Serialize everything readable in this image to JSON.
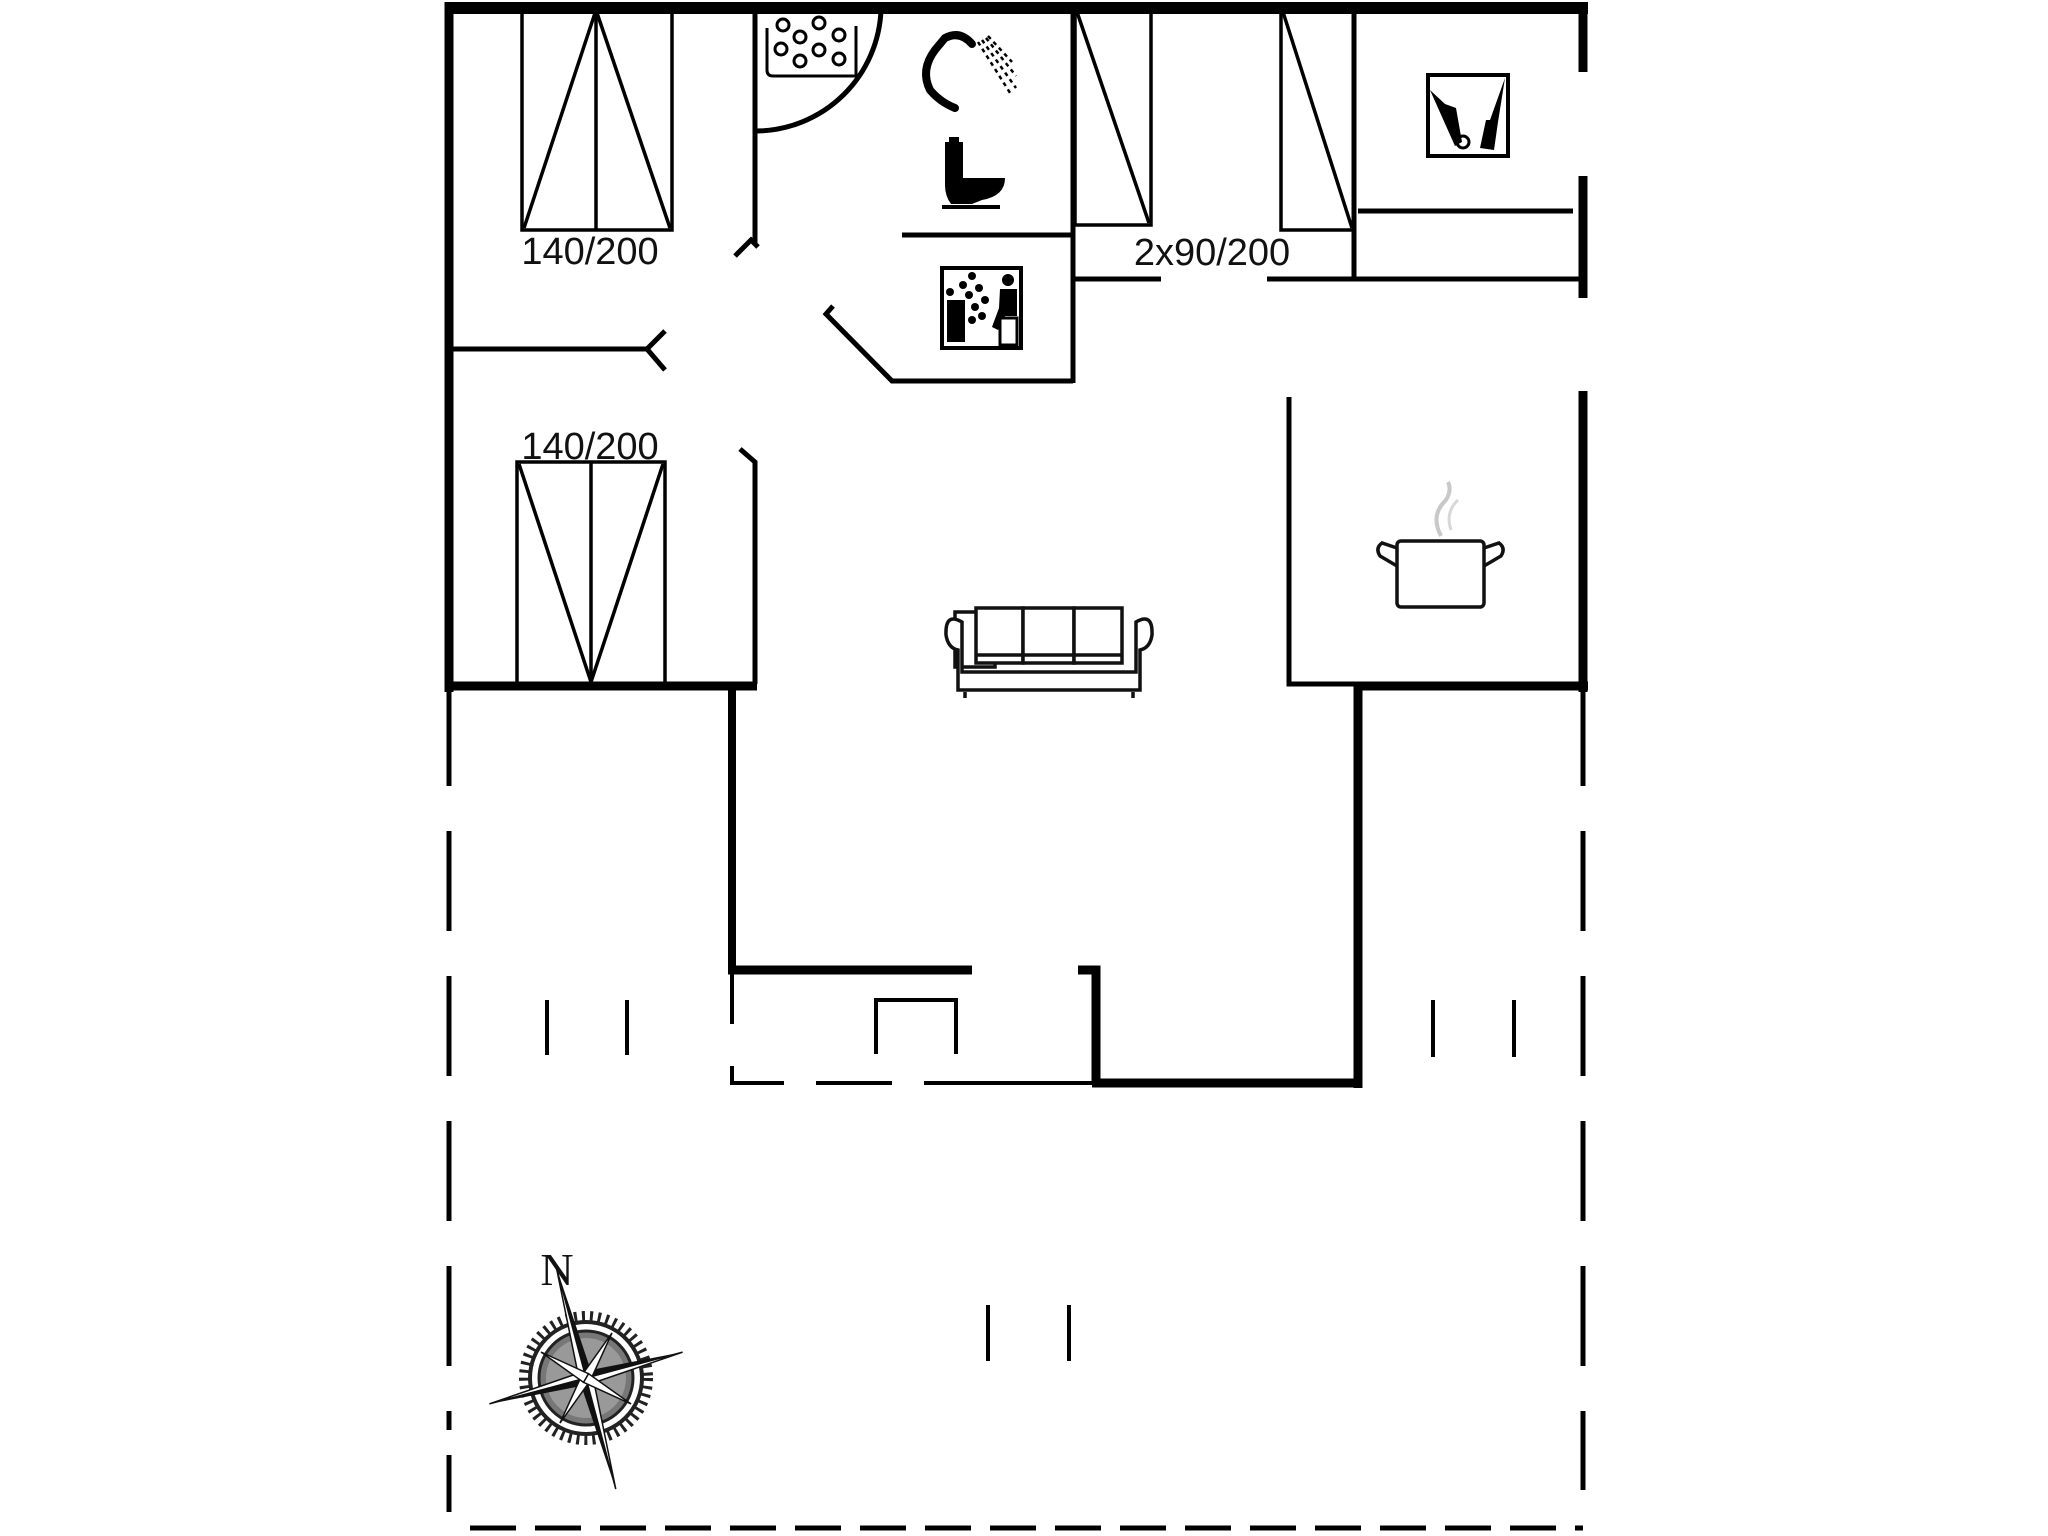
{
  "plan": {
    "type": "floor plan",
    "colors": {
      "wall": "#000000",
      "background": "#ffffff",
      "steam": "#cccccc"
    },
    "rooms": [
      {
        "id": "bedroom-1",
        "bed_label": "140/200"
      },
      {
        "id": "bedroom-2",
        "bed_label": "140/200"
      },
      {
        "id": "bedroom-3",
        "bed_label": "2x90/200"
      },
      {
        "id": "bathroom",
        "fixtures": [
          "whirlpool-tub",
          "shower",
          "toilet"
        ]
      },
      {
        "id": "sauna",
        "fixtures": [
          "sauna"
        ]
      },
      {
        "id": "laundry",
        "fixtures": [
          "washing-machine"
        ]
      },
      {
        "id": "living-room",
        "fixtures": [
          "sofa"
        ]
      },
      {
        "id": "kitchen",
        "fixtures": [
          "cooking-pot"
        ]
      },
      {
        "id": "entry",
        "fixtures": []
      },
      {
        "id": "terrace",
        "fixtures": []
      }
    ],
    "labels": {
      "bed_top_left": "140/200",
      "bed_mid_left": "140/200",
      "bed_twin": "2x90/200"
    },
    "compass": {
      "north_label": "N"
    }
  }
}
